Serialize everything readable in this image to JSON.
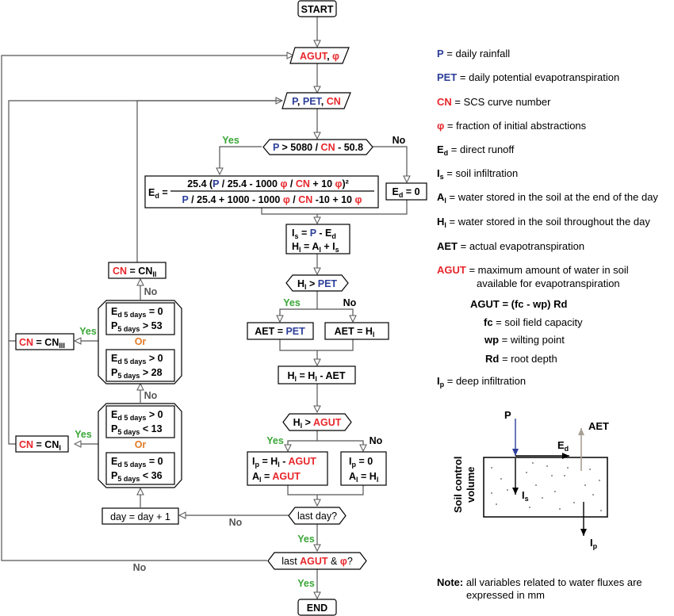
{
  "flowchart": {
    "start": "START",
    "end": "END",
    "agut": [
      "AGUT",
      ", ",
      "φ"
    ],
    "inputs": [
      "P",
      ", ",
      "PET",
      ", ",
      "CN"
    ],
    "d1": [
      "P",
      " > 5080 / ",
      "CN",
      " - 50.8"
    ],
    "ed_lhs": "E",
    "ed_num": [
      "25.4 (",
      "P",
      " / 25.4 - 1000 ",
      "φ",
      " / ",
      "CN",
      " + 10 ",
      "φ",
      ")²"
    ],
    "ed_den": [
      "P",
      " / 25.4 + 1000 - 1000 ",
      "φ",
      " / ",
      "CN",
      " -10 + 10 ",
      "φ"
    ],
    "ed_zero": "= 0",
    "is_box": [
      "I",
      " = ",
      "P",
      " - E"
    ],
    "hl_box": [
      "H",
      " = A",
      " + I"
    ],
    "d2": [
      "H",
      " > ",
      "PET"
    ],
    "aet_pet": [
      "AET = ",
      "PET"
    ],
    "aet_hl": "AET = H",
    "hl_update": "= H",
    "hl_update2": " - AET",
    "d3": [
      "H",
      " > ",
      "AGUT"
    ],
    "ip_box": [
      "I",
      " = H",
      " - ",
      "AGUT"
    ],
    "al_box": [
      "A",
      " = ",
      "AGUT"
    ],
    "ip_zero": "= 0",
    "al_hl": "= H",
    "d4": "last day?",
    "d5": [
      "last ",
      "AGUT",
      " & ",
      "φ",
      "?"
    ],
    "day_box": "day = day + 1",
    "cn2": [
      "CN",
      " = CN"
    ],
    "cn3": [
      "CN",
      " = CN"
    ],
    "cn1": [
      "CN",
      " = CN"
    ],
    "c1a": "E",
    "c1_sub": "d 5 days",
    "p_sub": "5 days",
    "or": "Or",
    "cond_a": "> 0",
    "cond_b": "> 53",
    "cond_c": "> 28",
    "cond_d": "< 13",
    "cond_e": "< 36",
    "cond_zero": "= 0",
    "yes": "Yes",
    "no": "No",
    "sub_l": "l",
    "sub_s": "s",
    "sub_d": "d",
    "sub_p": "p",
    "sub_II": "II",
    "sub_III": "III",
    "sub_I": "I"
  },
  "legend": {
    "p": [
      "P",
      " = daily rainfall"
    ],
    "pet": [
      "PET",
      " = daily potential evapotranspiration"
    ],
    "cn": [
      "CN",
      " = SCS curve number"
    ],
    "phi": [
      "φ",
      " = fraction of initial abstractions"
    ],
    "ed": [
      "E",
      "d",
      " = direct runoff"
    ],
    "is": [
      "I",
      "s",
      " = soil infiltration"
    ],
    "al": [
      "A",
      "l",
      " = water stored in the soil at the end of the day"
    ],
    "hl": [
      "H",
      "l",
      " = water stored in the soil throughout the day"
    ],
    "aet": [
      "AET",
      " = actual evapotranspiration"
    ],
    "agut": [
      "AGUT",
      " = maximum amount of water in soil"
    ],
    "agut2": "available for evapotranspiration",
    "agut_eq": "AGUT = (fc - wp) Rd",
    "fc": [
      "fc",
      " = soil field capacity"
    ],
    "wp": [
      "wp",
      " = wilting point"
    ],
    "rd": [
      "Rd",
      " = root depth"
    ],
    "ip": [
      "I",
      "p",
      " = deep infiltration"
    ],
    "note_b": "Note:",
    "note": " all variables related to water fluxes are",
    "note2": "expressed in mm"
  },
  "soil": {
    "p": "P",
    "aet": "AET",
    "ed": "E",
    "ed_sub": "d",
    "is": "I",
    "is_sub": "s",
    "ip": "I",
    "ip_sub": "p",
    "label1": "Soil control",
    "label2": "volume"
  },
  "colors": {
    "red": "#e8262b",
    "blue": "#2c3e99",
    "green": "#3aa637",
    "orange": "#e07b28",
    "aet_arrow": "#a89f94"
  }
}
